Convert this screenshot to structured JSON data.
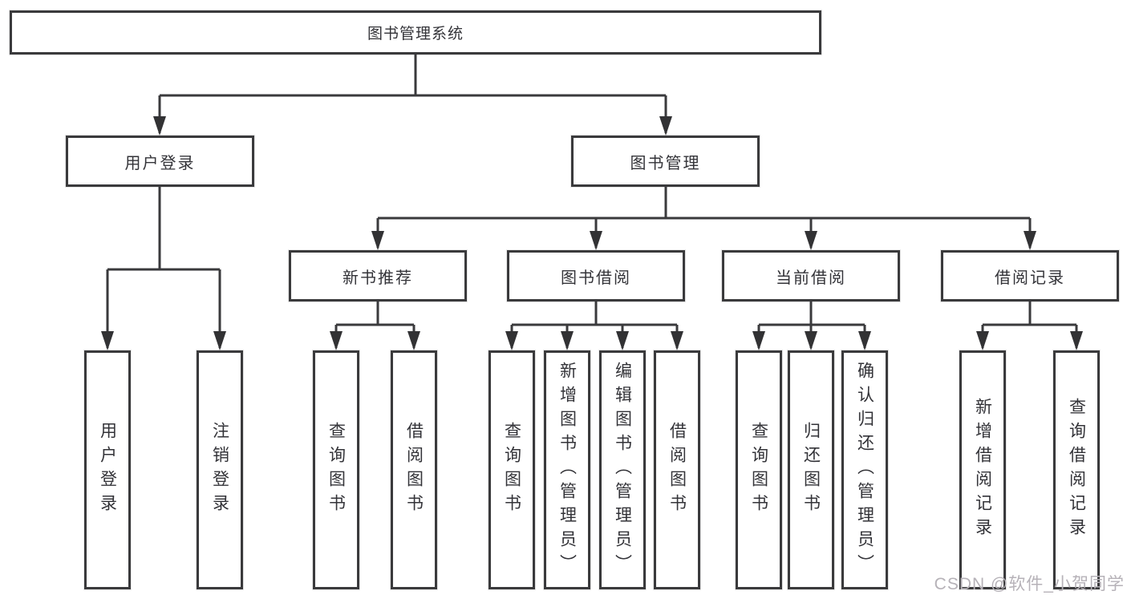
{
  "diagram": {
    "type": "hierarchy-tree",
    "watermark": "CSDN @软件_小贺同学",
    "root": {
      "label": "图书管理系统",
      "children": [
        {
          "label": "用户登录",
          "children": [
            {
              "label": "用户登录"
            },
            {
              "label": "注销登录"
            }
          ]
        },
        {
          "label": "图书管理",
          "children": [
            {
              "label": "新书推荐",
              "children": [
                {
                  "label": "查询图书"
                },
                {
                  "label": "借阅图书"
                }
              ]
            },
            {
              "label": "图书借阅",
              "children": [
                {
                  "label": "查询图书"
                },
                {
                  "label": "新增图书（管理员）"
                },
                {
                  "label": "编辑图书（管理员）"
                },
                {
                  "label": "借阅图书"
                }
              ]
            },
            {
              "label": "当前借阅",
              "children": [
                {
                  "label": "查询图书"
                },
                {
                  "label": "归还图书"
                },
                {
                  "label": "确认归还（管理员）"
                }
              ]
            },
            {
              "label": "借阅记录",
              "children": [
                {
                  "label": "新增借阅记录"
                },
                {
                  "label": "查询借阅记录"
                }
              ]
            }
          ]
        }
      ]
    }
  }
}
